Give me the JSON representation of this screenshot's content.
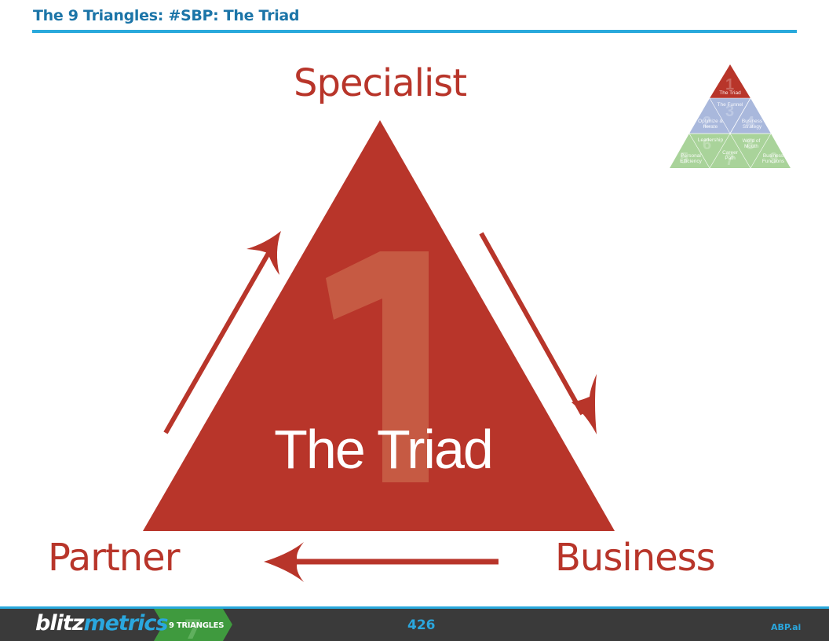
{
  "header": {
    "title": "The 9 Triangles: #SBP: The Triad"
  },
  "diagram": {
    "center_title": "The Triad",
    "center_number": "1",
    "vertices": {
      "top": "Specialist",
      "bottom_left": "Partner",
      "bottom_right": "Business"
    },
    "flow": [
      {
        "from": "Partner",
        "to": "Specialist",
        "direction": "up-right"
      },
      {
        "from": "Specialist",
        "to": "Business",
        "direction": "down-right"
      },
      {
        "from": "Business",
        "to": "Partner",
        "direction": "left"
      }
    ],
    "colors": {
      "triangle": "#b8352a",
      "number_overlay": "#c65a43",
      "arrow": "#b8352a",
      "label": "#b8352a"
    }
  },
  "mini_pyramid": {
    "items": [
      {
        "number": "1",
        "label": "The Triad",
        "tier": "top",
        "color": "#b8352a"
      },
      {
        "number": "2",
        "label": "Optimize & Iterate",
        "tier": "middle",
        "color": "#a9b8dc"
      },
      {
        "number": "3",
        "label": "The Funnel",
        "tier": "middle",
        "color": "#a9b8dc"
      },
      {
        "number": "4",
        "label": "Business Strategy",
        "tier": "middle",
        "color": "#a9b8dc"
      },
      {
        "number": "5",
        "label": "Personal Efficiency",
        "tier": "bottom",
        "color": "#a9d39a"
      },
      {
        "number": "6",
        "label": "Leadership",
        "tier": "bottom",
        "color": "#a9d39a"
      },
      {
        "number": "7",
        "label": "Career Path",
        "tier": "bottom",
        "color": "#a9d39a"
      },
      {
        "number": "8",
        "label": "Word of Mouth",
        "tier": "bottom",
        "color": "#a9d39a"
      },
      {
        "number": "9",
        "label": "Business Functions",
        "tier": "bottom",
        "color": "#a9d39a"
      }
    ]
  },
  "footer": {
    "brand_part1": "blitz",
    "brand_part2": "metrics",
    "badge_label": "9 TRIANGLES",
    "badge_number": "7",
    "page_number": "426",
    "site": "ABP.ai",
    "colors": {
      "background": "#3a3a3a",
      "accent": "#2aa7de",
      "badge": "#3f9a3e"
    }
  }
}
